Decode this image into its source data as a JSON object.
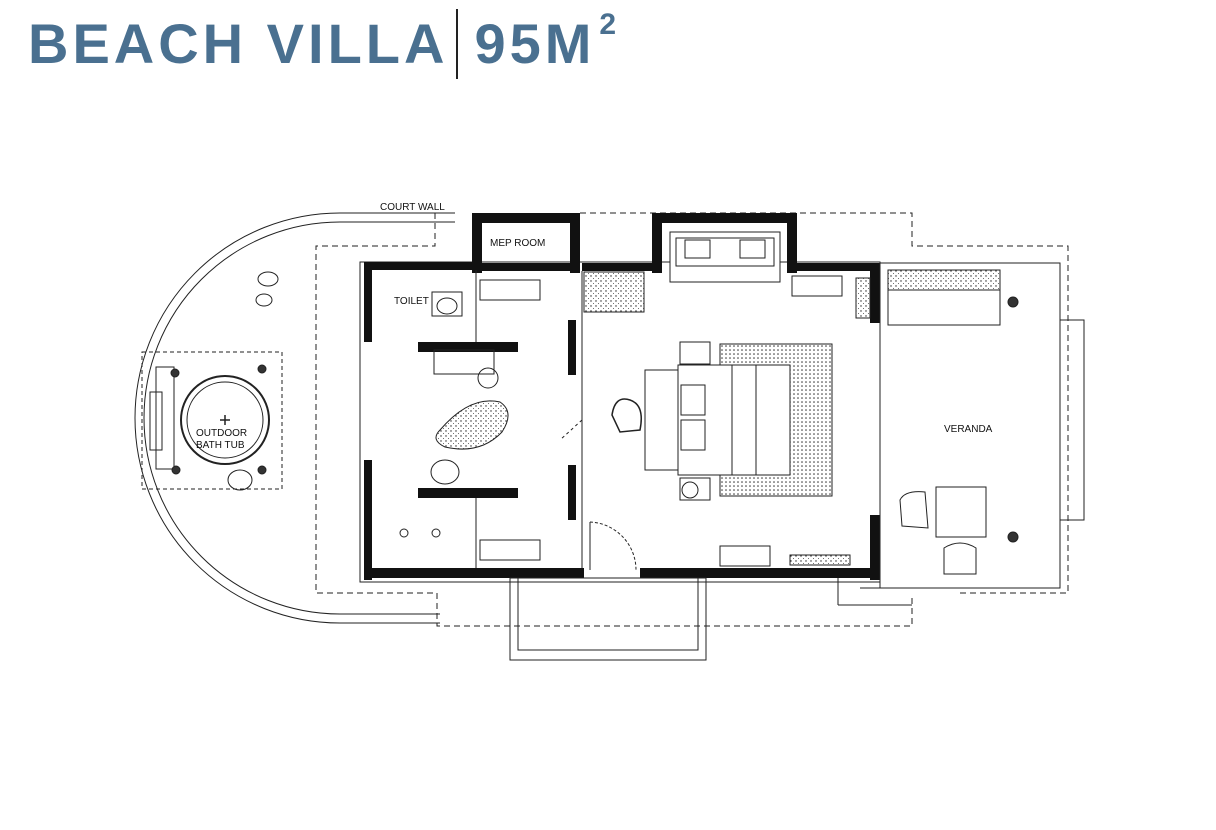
{
  "header": {
    "title": "BEACH VILLA",
    "area_value": "95M",
    "area_sup": "2"
  },
  "colors": {
    "title": "#4a7090",
    "wall": "#111111",
    "line": "#222222"
  },
  "plan": {
    "labels": {
      "court_wall": "COURT WALL",
      "mep_room": "MEP ROOM",
      "toilet": "TOILET",
      "outdoor_1": "OUTDOOR",
      "outdoor_2": "BATH TUB",
      "veranda": "VERANDA"
    }
  }
}
